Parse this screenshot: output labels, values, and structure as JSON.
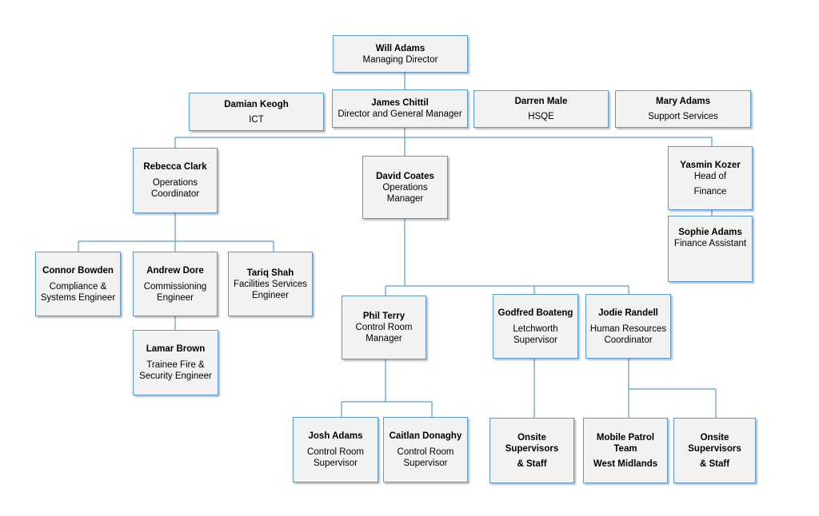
{
  "nodes": {
    "will": {
      "name": "Will Adams",
      "lines": [
        "Managing Director"
      ]
    },
    "james": {
      "name": "James Chittil",
      "lines": [
        "Director and General Manager"
      ]
    },
    "damian": {
      "name": "Damian Keogh",
      "lines": [
        "ICT"
      ]
    },
    "darren": {
      "name": "Darren Male",
      "lines": [
        "HSQE"
      ]
    },
    "mary": {
      "name": "Mary Adams",
      "lines": [
        "Support Services"
      ]
    },
    "rebecca": {
      "name": "Rebecca Clark",
      "lines": [
        "Operations",
        "Coordinator"
      ]
    },
    "david": {
      "name": "David Coates",
      "lines": [
        "Operations",
        "Manager"
      ]
    },
    "yasmin": {
      "name": "Yasmin Kozer",
      "lines": [
        "Head of",
        "Finance"
      ]
    },
    "sophie": {
      "name": "Sophie Adams",
      "lines": [
        "Finance Assistant"
      ]
    },
    "connor": {
      "name": "Connor Bowden",
      "lines": [
        "Compliance &",
        "Systems Engineer"
      ]
    },
    "andrew": {
      "name": "Andrew Dore",
      "lines": [
        "Commissioning",
        "Engineer"
      ]
    },
    "tariq": {
      "name": "Tariq Shah",
      "lines": [
        "Facilities Services",
        "Engineer"
      ]
    },
    "lamar": {
      "name": "Lamar Brown",
      "lines": [
        "Trainee Fire &",
        "Security Engineer"
      ]
    },
    "phil": {
      "name": "Phil Terry",
      "lines": [
        "Control Room",
        "Manager"
      ]
    },
    "godfred": {
      "name": "Godfred Boateng",
      "lines": [
        "Letchworth",
        "Supervisor"
      ]
    },
    "jodie": {
      "name": "Jodie Randell",
      "lines": [
        "Human Resources",
        "Coordinator"
      ]
    },
    "josh": {
      "name": "Josh Adams",
      "lines": [
        "Control Room",
        "Supervisor"
      ]
    },
    "caitlan": {
      "name": "Caitlan Donaghy",
      "lines": [
        "Control Room",
        "Supervisor"
      ]
    },
    "onsite1": {
      "name": "Onsite",
      "lines": [
        "Supervisors",
        "& Staff"
      ]
    },
    "mobile": {
      "name": "Mobile Patrol",
      "lines": [
        "Team",
        "West Midlands"
      ]
    },
    "onsite2": {
      "name": "Onsite",
      "lines": [
        "Supervisors",
        "& Staff"
      ]
    }
  },
  "colors": {
    "border": "#5b9bd5",
    "line": "#5b9bd5",
    "fill": "#f2f2f2"
  }
}
